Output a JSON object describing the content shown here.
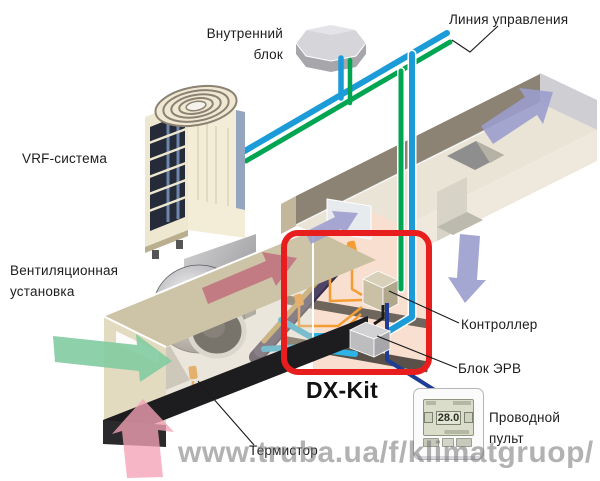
{
  "labels": {
    "indoor_unit": "Внутренний блок",
    "control_line": "Линия управления",
    "vrf_system": "VRF-система",
    "ventilation_unit": "Вентиляционная установка",
    "controller": "Контроллер",
    "eev_block": "Блок ЭРВ",
    "dx_kit": "DX-Kit",
    "thermistor": "Термистор",
    "wired_remote": "Проводной пульт"
  },
  "remote": {
    "display_value": "28.0"
  },
  "watermark": "www.truba.ua/f/klimatgruop/",
  "components": {
    "highlighted_kit": "DX-Kit",
    "airflow_arrows": [
      {
        "name": "fresh-air-intake",
        "color_key": "arrow_green",
        "direction": "right-into-unit"
      },
      {
        "name": "bottom-intake",
        "color_key": "arrow_pink",
        "direction": "up-into-unit"
      },
      {
        "name": "heated-air-inside-unit",
        "color_key": "arrow_dusty_red",
        "direction": "up-right"
      },
      {
        "name": "supply-to-duct",
        "color_key": "arrow_lavender",
        "direction": "up-right"
      },
      {
        "name": "duct-flow",
        "color_key": "arrow_lavender",
        "direction": "up-right"
      },
      {
        "name": "duct-branch-outlet",
        "color_key": "arrow_lavender",
        "direction": "down"
      }
    ]
  },
  "colors": {
    "pipe_blue": "#1B9CD8",
    "pipe_green": "#00A551",
    "pipe_light_blue": "#2FB3E6",
    "wire_dark_blue": "#1E3D96",
    "wire_orange": "#F59D33",
    "highlight_red": "#E81E1E",
    "arrow_lavender": "#9B9DCE",
    "arrow_green": "#82CBA1",
    "arrow_pink": "#F4A2B6",
    "arrow_dusty_red": "#C06F7D"
  }
}
